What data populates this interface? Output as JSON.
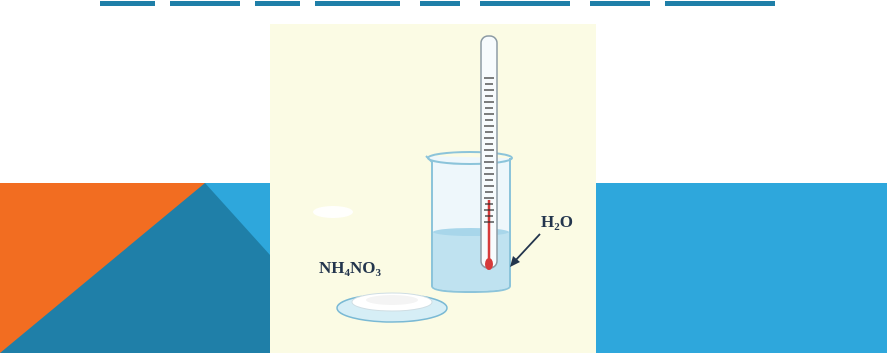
{
  "labels": {
    "water": {
      "main": "H",
      "sub": "2",
      "tail": "O"
    },
    "salt": {
      "part1": "NH",
      "sub1": "4",
      "part2": "NO",
      "sub2": "3"
    }
  },
  "colors": {
    "background": "#ffffff",
    "blue_band": "#2ea7dc",
    "orange": "#f26d21",
    "dark_blue": "#1f7fa8",
    "panel": "#fbfbe4",
    "water": "#bfe2f0",
    "label_text": "#23354d"
  }
}
